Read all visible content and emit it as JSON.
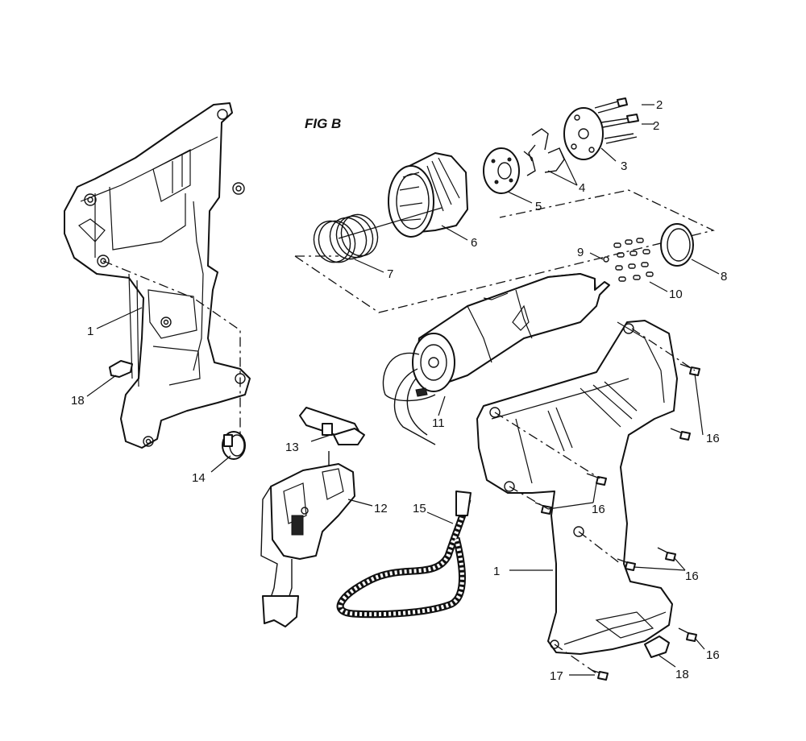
{
  "figure_title": "FIG B",
  "part_labels": {
    "p1_left": "1",
    "p2_top": "2",
    "p2_bottom": "2",
    "p3": "3",
    "p4": "4",
    "p5": "5",
    "p6": "6",
    "p7": "7",
    "p8": "8",
    "p9": "9",
    "p10": "10",
    "p11": "11",
    "p12": "12",
    "p13": "13",
    "p14": "14",
    "p15": "15",
    "p16_a": "16",
    "p16_b": "16",
    "p16_c": "16",
    "p16_d": "16",
    "p1_right": "1",
    "p17": "17",
    "p18_left": "18",
    "p18_right": "18"
  },
  "colors": {
    "line": "#111111",
    "background": "#ffffff"
  }
}
